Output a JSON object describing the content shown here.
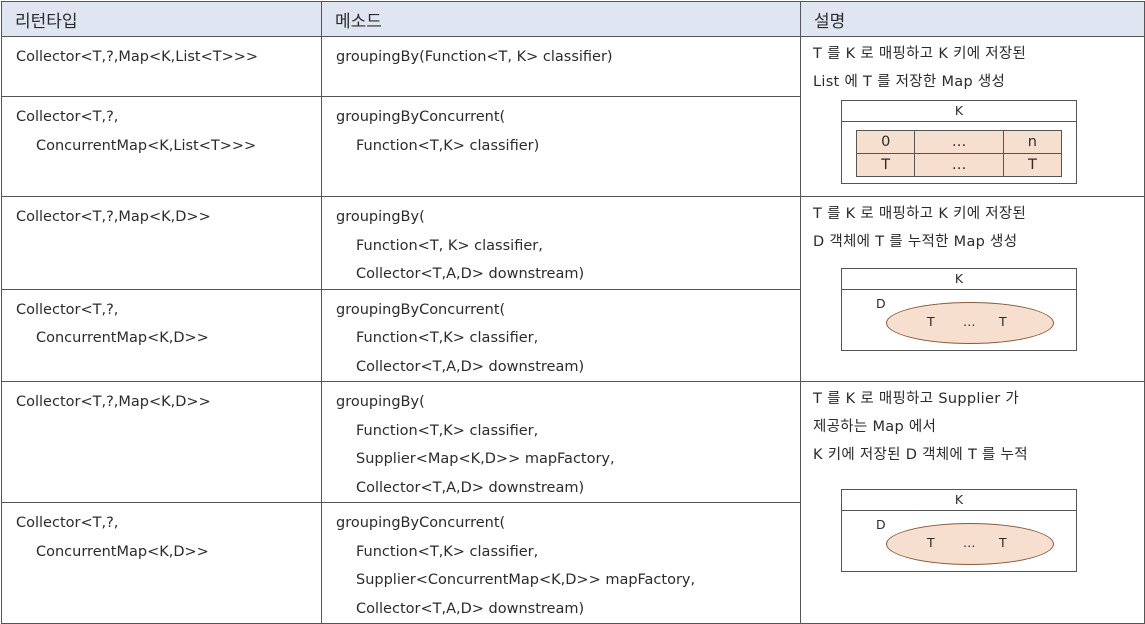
{
  "headers": [
    "리턴타입",
    "메소드",
    "설명"
  ],
  "rows": [
    {
      "ret": [
        "Collector<T,?,Map<K,List<T>>>"
      ],
      "method": [
        "groupingBy(Function<T, K> classifier)"
      ]
    },
    {
      "ret": [
        "Collector<T,?,",
        "ConcurrentMap<K,List<T>>>"
      ],
      "method": [
        "groupingByConcurrent(",
        "Function<T,K> classifier)"
      ]
    },
    {
      "ret": [
        "Collector<T,?,Map<K,D>>"
      ],
      "method": [
        "groupingBy(",
        "Function<T, K> classifier,",
        "Collector<T,A,D> downstream)"
      ]
    },
    {
      "ret": [
        "Collector<T,?,",
        "ConcurrentMap<K,D>>"
      ],
      "method": [
        "groupingByConcurrent(",
        "Function<T,K> classifier,",
        "Collector<T,A,D> downstream)"
      ]
    },
    {
      "ret": [
        "Collector<T,?,Map<K,D>>"
      ],
      "method": [
        "groupingBy(",
        "Function<T,K> classifier,",
        "Supplier<Map<K,D>> mapFactory,",
        "Collector<T,A,D> downstream)"
      ]
    },
    {
      "ret": [
        "Collector<T,?,",
        "ConcurrentMap<K,D>>"
      ],
      "method": [
        "groupingByConcurrent(",
        "Function<T,K> classifier,",
        "Supplier<ConcurrentMap<K,D>> mapFactory,",
        "Collector<T,A,D> downstream)"
      ]
    }
  ],
  "desc": [
    {
      "lines": [
        "T 를 K 로 매핑하고 K 키에 저장된",
        "List 에 T 를 저장한 Map 생성"
      ],
      "diagram": {
        "key": "K",
        "cells_top": [
          "0",
          "…",
          "n"
        ],
        "cells_bottom": [
          "T",
          "…",
          "T"
        ]
      }
    },
    {
      "lines": [
        "T 를 K 로 매핑하고 K 키에 저장된",
        "D 객체에 T 를 누적한 Map 생성"
      ],
      "diagram": {
        "key": "K",
        "d": "D",
        "left": "T",
        "mid": "…",
        "right": "T"
      }
    },
    {
      "lines": [
        "T 를 K 로 매핑하고 Supplier 가",
        "제공하는 Map 에서",
        "K 키에 저장된 D 객체에 T 를 누적"
      ],
      "diagram": {
        "key": "K",
        "d": "D",
        "left": "T",
        "mid": "…",
        "right": "T"
      }
    }
  ]
}
